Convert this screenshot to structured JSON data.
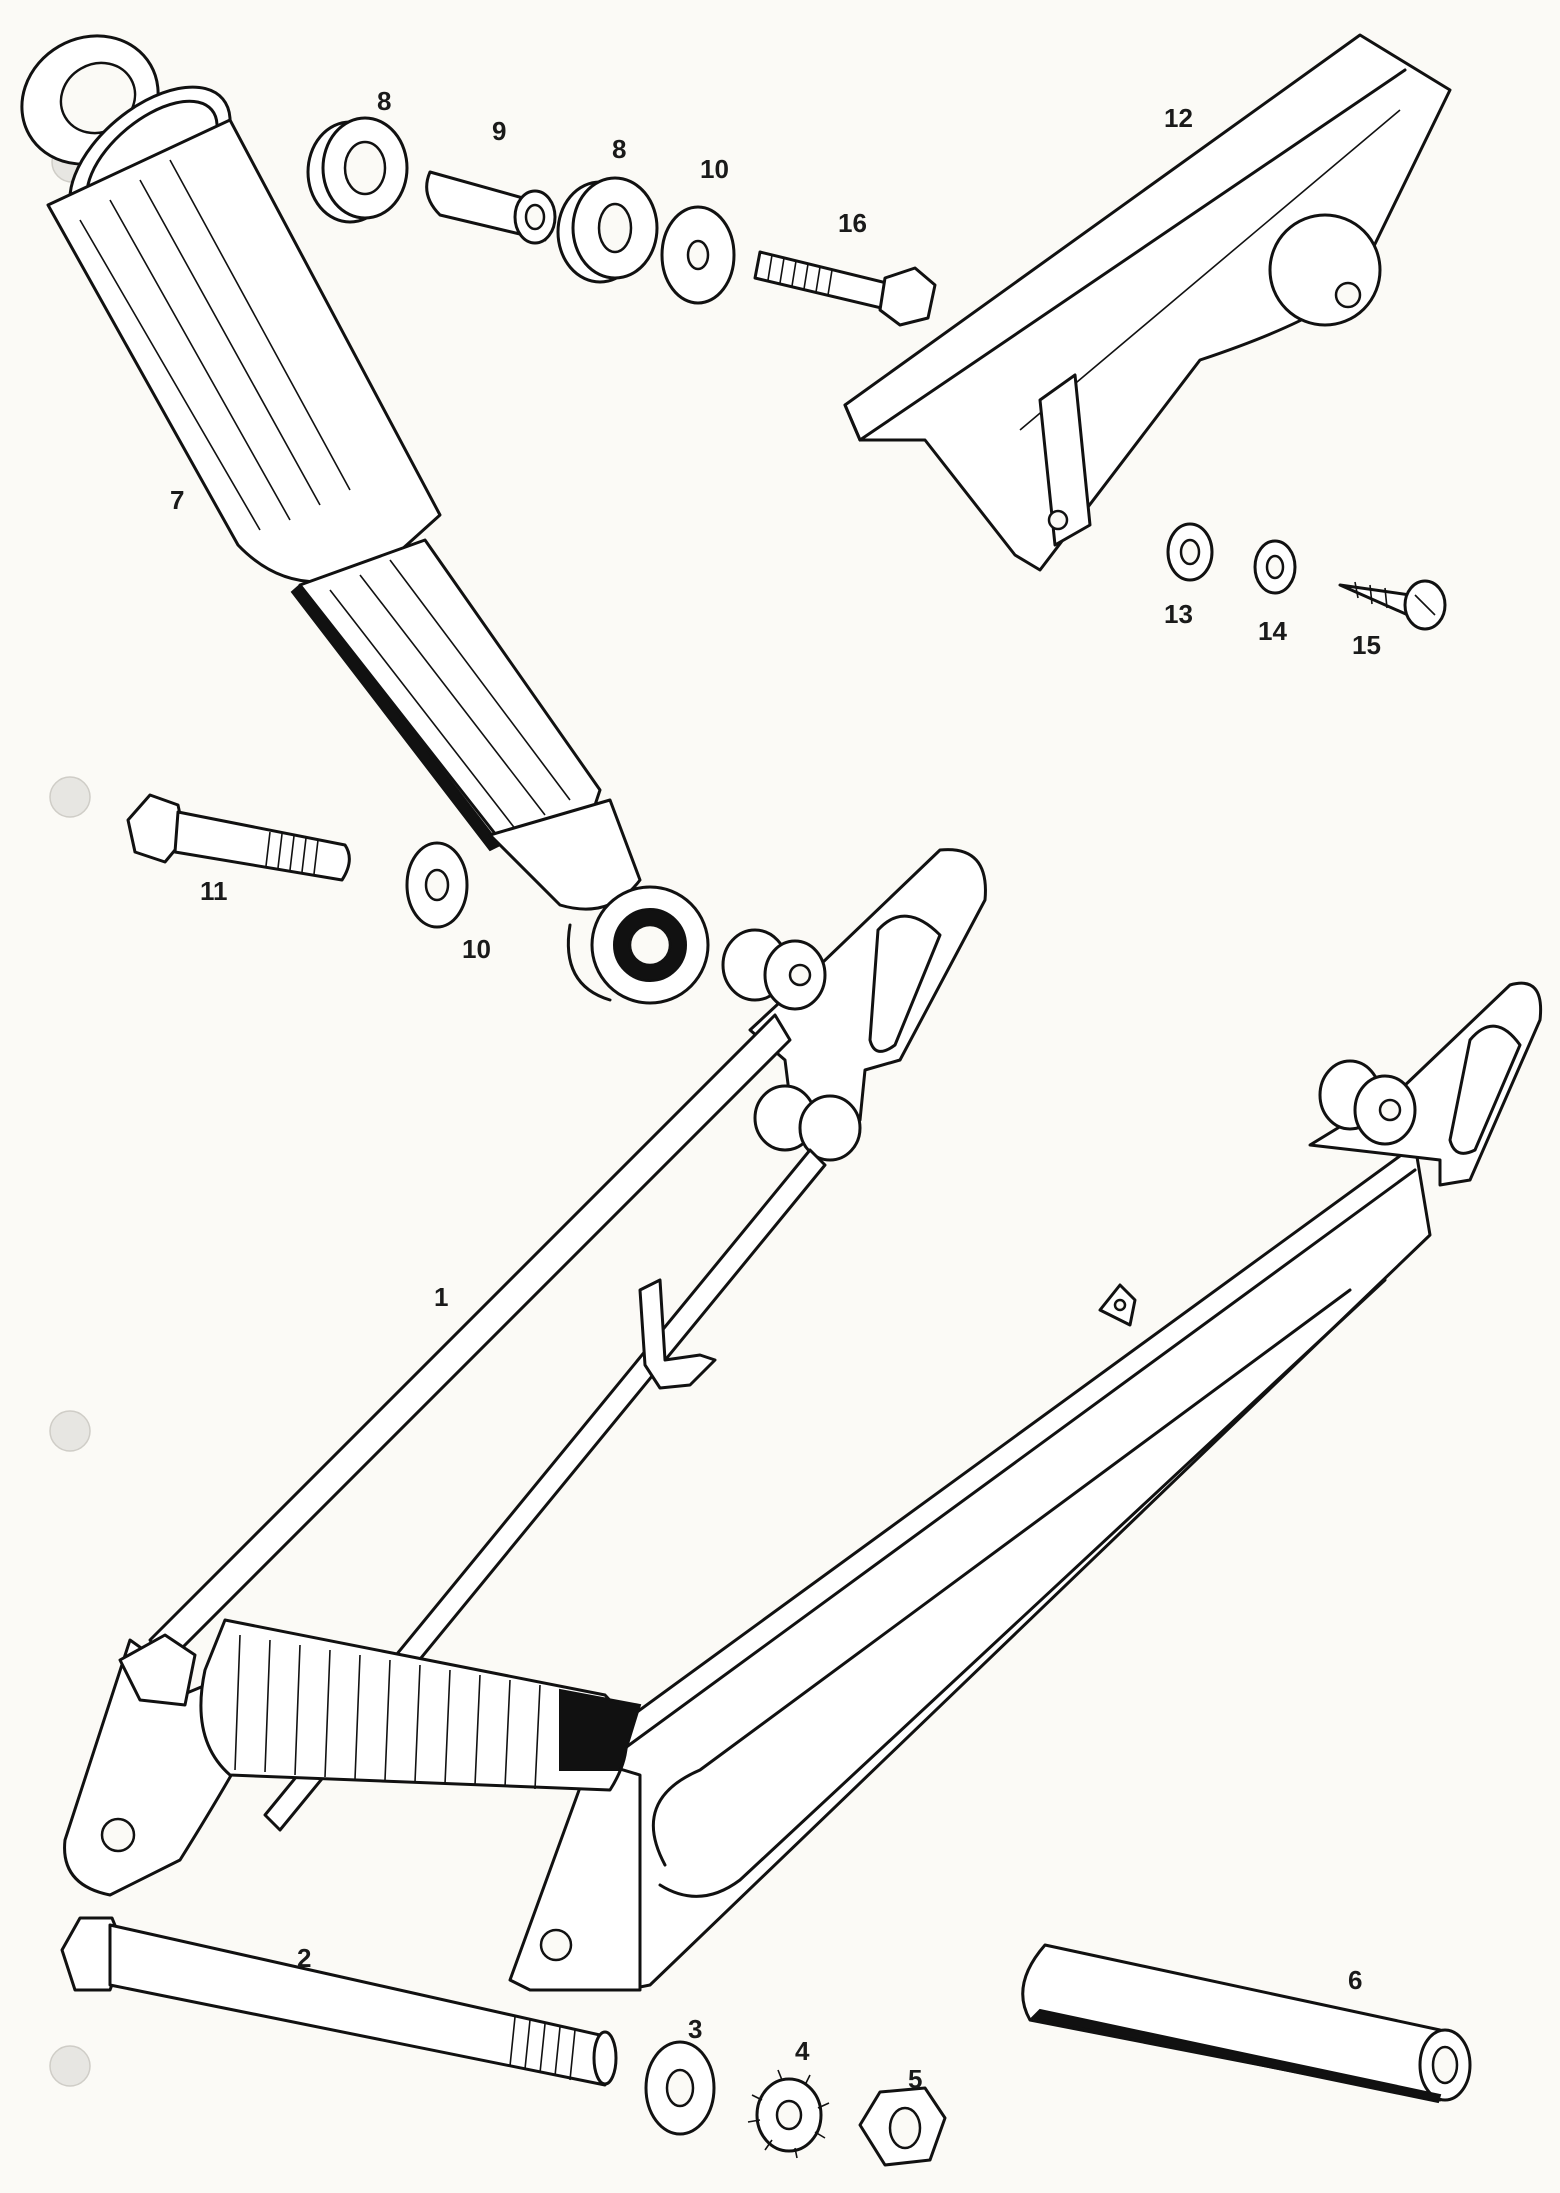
{
  "diagram": {
    "callouts": {
      "swing_arm": "1",
      "pivot_bolt": "2",
      "flat_washer": "3",
      "lock_washer": "4",
      "hex_nut": "5",
      "pivot_spindle": "6",
      "shock_absorber": "7",
      "rubber_bush_upper": "8",
      "spacer_sleeve": "9",
      "washer_upper": "10",
      "mounting_bolt": "11",
      "chain_guard": "12",
      "plain_washer_small": "13",
      "spring_washer_small": "14",
      "self_tapping_screw": "15",
      "upper_mounting_bolt": "16",
      "rubber_bush_second": "8",
      "washer_lower": "10"
    }
  }
}
